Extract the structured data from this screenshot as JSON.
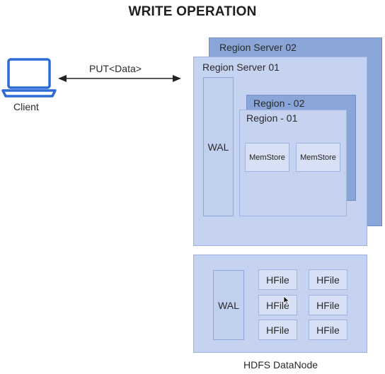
{
  "title": "WRITE OPERATION",
  "client": {
    "label": "Client",
    "icon": "laptop-icon"
  },
  "request": {
    "label": "PUT<Data>"
  },
  "region_server_back": {
    "label": "Region Server 02"
  },
  "region_server_front": {
    "label": "Region Server 01"
  },
  "wal_server": {
    "label": "WAL"
  },
  "region_back": {
    "label": "Region - 02"
  },
  "region_front": {
    "label": "Region - 01"
  },
  "memstores": [
    "MemStore",
    "MemStore"
  ],
  "hdfs": {
    "label": "HDFS DataNode",
    "wal_label": "WAL",
    "hfiles": [
      "HFile",
      "HFile",
      "HFile",
      "HFile",
      "HFile",
      "HFile"
    ]
  },
  "colors": {
    "dark_blue": "#8aa6d8",
    "light_blue": "#c6d3f0",
    "icon_blue": "#2f6bd6"
  }
}
